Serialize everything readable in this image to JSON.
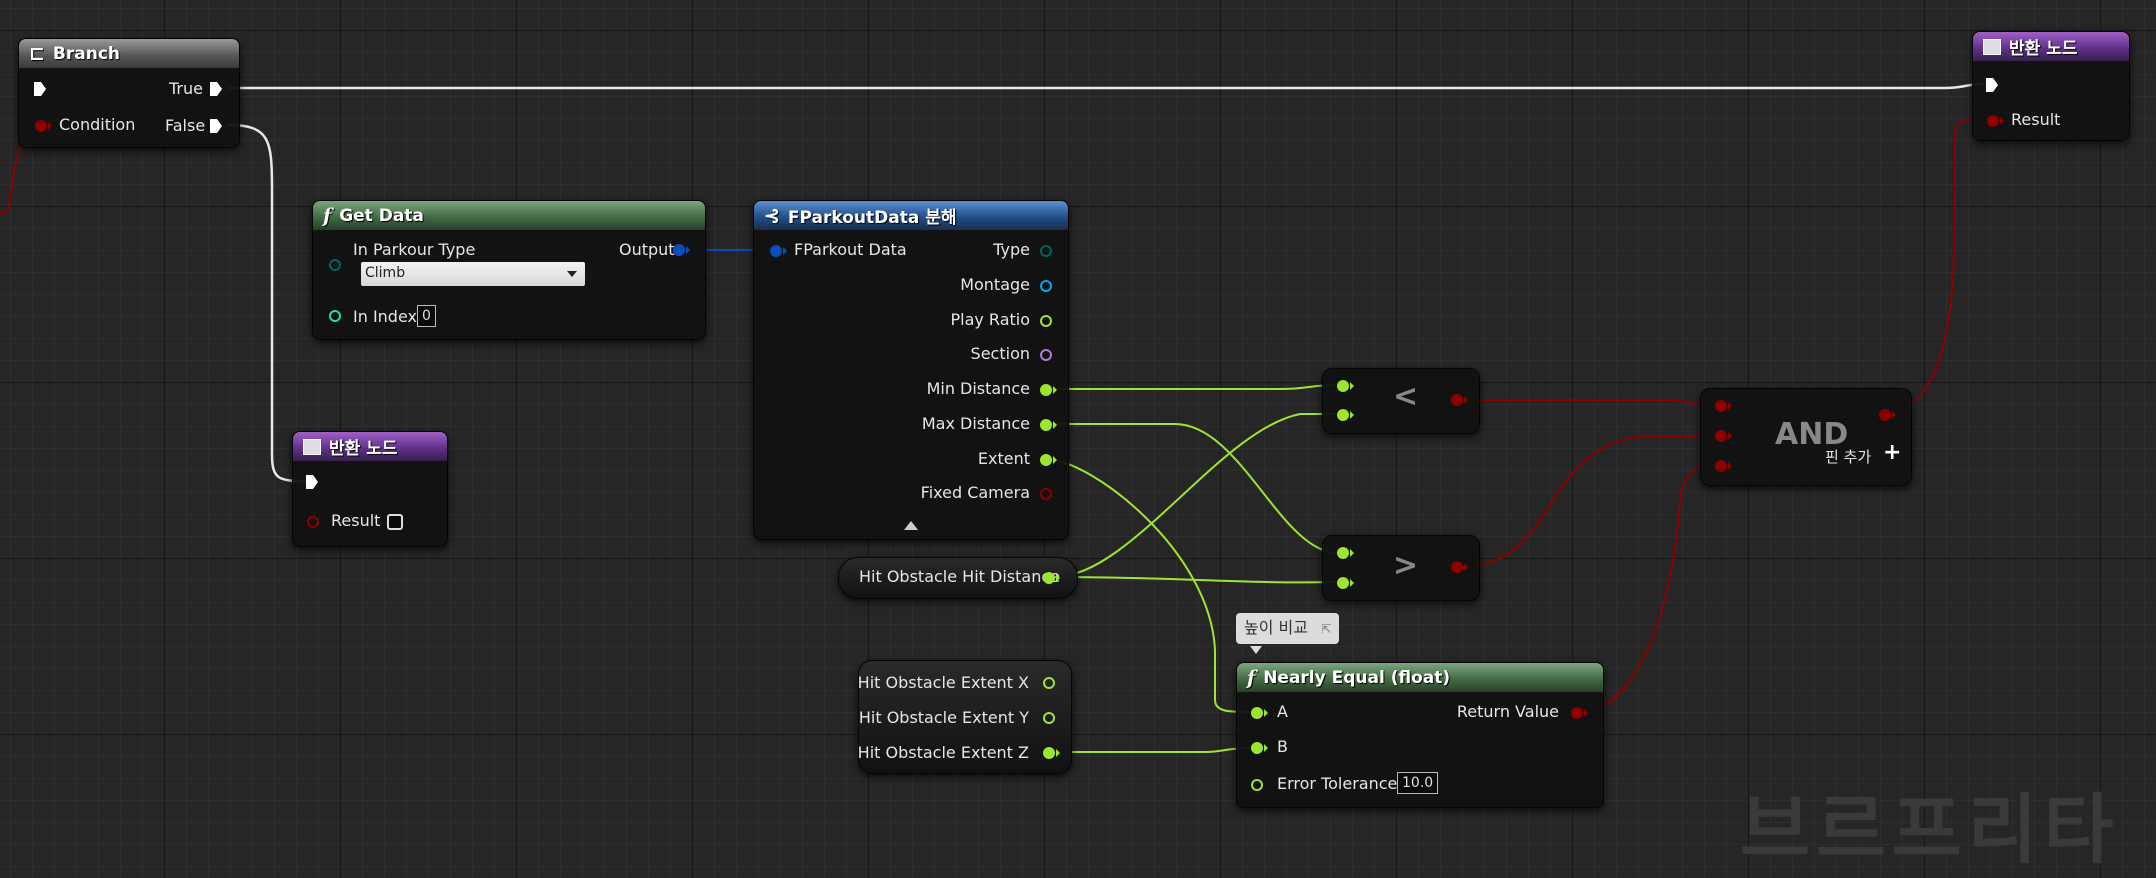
{
  "branch": {
    "title": "Branch",
    "true_label": "True",
    "condition_label": "Condition",
    "false_label": "False"
  },
  "return_top": {
    "title": "반환 노드",
    "result_label": "Result"
  },
  "return_mid": {
    "title": "반환 노드",
    "result_label": "Result"
  },
  "get_data": {
    "title": "Get Data",
    "in_type_label": "In Parkour Type",
    "in_type_value": "Climb",
    "output_label": "Output",
    "in_index_label": "In Index",
    "in_index_value": "0"
  },
  "break_struct": {
    "title": "FParkoutData 분해",
    "input_label": "FParkout Data",
    "outputs": [
      "Type",
      "Montage",
      "Play Ratio",
      "Section",
      "Min Distance",
      "Max Distance",
      "Extent",
      "Fixed Camera"
    ]
  },
  "hit_distance": {
    "label": "Hit Obstacle Hit Distance"
  },
  "extent_break": {
    "x_label": "Hit Obstacle Extent X",
    "y_label": "Hit Obstacle Extent Y",
    "z_label": "Hit Obstacle Extent Z"
  },
  "less_node": {
    "symbol": "<"
  },
  "greater_node": {
    "symbol": ">"
  },
  "and_node": {
    "title": "AND",
    "add_pin_label": "핀 추가"
  },
  "comment_bubble": {
    "text": "높이 비교"
  },
  "nearly_equal": {
    "title": "Nearly Equal (float)",
    "a_label": "A",
    "b_label": "B",
    "tolerance_label": "Error Tolerance",
    "tolerance_value": "10.0",
    "return_label": "Return Value"
  },
  "watermark": {
    "text": "브르프리타"
  },
  "colors": {
    "exec": "#ffffff",
    "bool": "#8c0000",
    "float": "#9de531",
    "struct": "#0b4cbf",
    "enum": "#00665a",
    "int": "#1fe0a8",
    "object": "#00a8f0",
    "name": "#b07cd8"
  }
}
